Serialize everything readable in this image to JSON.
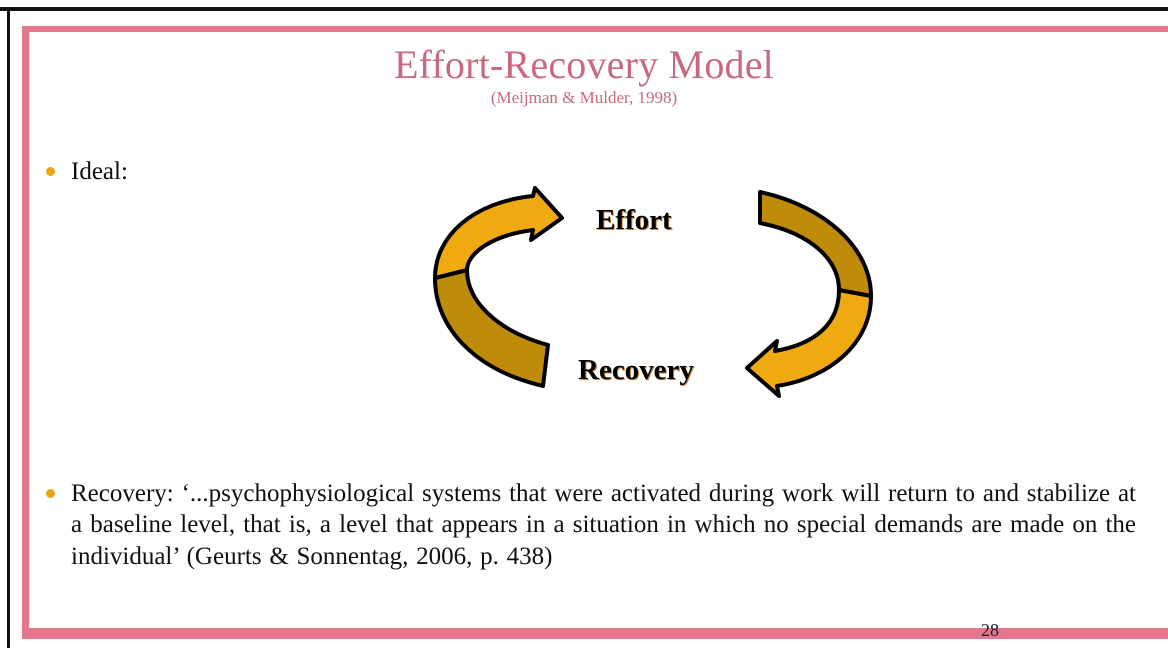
{
  "slide": {
    "title": "Effort-Recovery Model",
    "subtitle": "(Meijman & Mulder, 1998)",
    "page_number": "28",
    "colors": {
      "title_rose": "#c8697e",
      "frame_rose": "#e4778c",
      "bullet_amber": "#eba513",
      "arrow_light_gold": "#efaa11",
      "arrow_dark_gold": "#bf8b0a",
      "arrow_outline": "#000000",
      "body_text": "#101010"
    }
  },
  "bullets": [
    {
      "id": "ideal",
      "text": "Ideal:"
    },
    {
      "id": "recovery",
      "text": "Recovery: ‘...psychophysiological  systems that were activated during  work will return to and stabilize at a baseline level,  that is, a level that appears in a situation in which no special demands  are made on the individual’  (Geurts & Sonnentag,  2006, p. 438)"
    }
  ],
  "diagram": {
    "name": "effort-recovery-cycle",
    "labels": {
      "top": "Effort",
      "bottom": "Recovery"
    },
    "arrows": [
      {
        "id": "effort-arrow",
        "direction": "counterclockwise-up-right",
        "points_to": "Effort"
      },
      {
        "id": "recovery-arrow",
        "direction": "clockwise-down-left",
        "points_to": "Recovery"
      }
    ]
  }
}
